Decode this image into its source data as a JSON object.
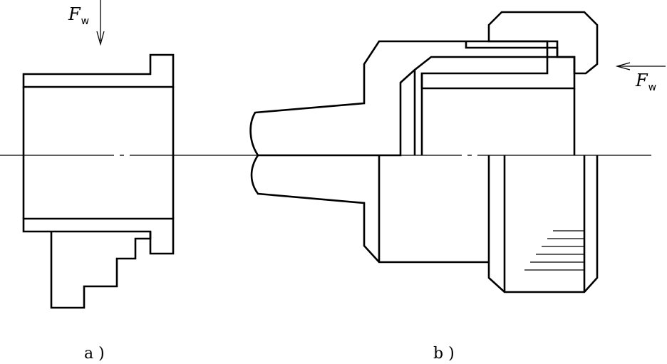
{
  "figure_a": {
    "force_label": "F",
    "force_subscript": "w",
    "caption": "a )"
  },
  "figure_b": {
    "force_label": "F",
    "force_subscript": "w",
    "caption": "b )"
  }
}
